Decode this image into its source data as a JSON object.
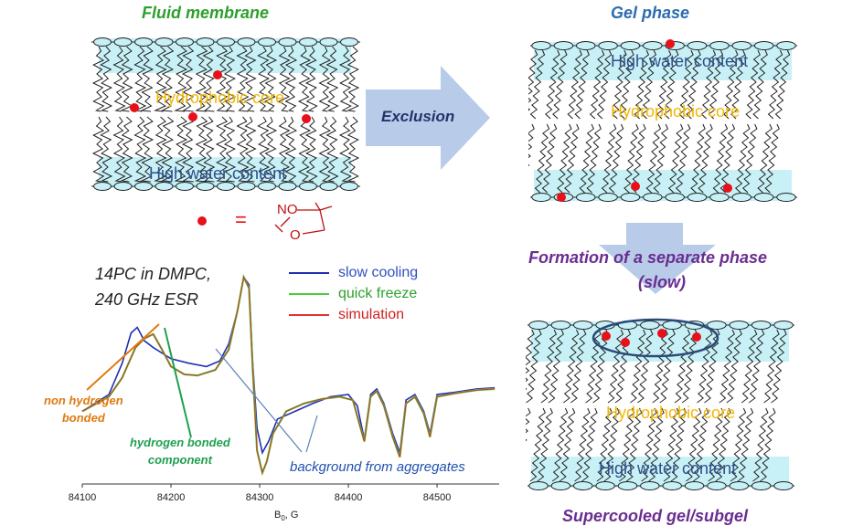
{
  "panels": {
    "fluid_title": "Fluid membrane",
    "gel_title": "Gel phase",
    "subgel_title": "Supercooled gel/subgel",
    "hydrophobic_core": "Hydrophobic core",
    "high_water": "High water content",
    "exclusion": "Exclusion",
    "separate_phase_line1": "Formation of a separate phase",
    "separate_phase_line2": "(slow)",
    "label_equals": "=",
    "label_no": "NO",
    "label_o": "O"
  },
  "chart_data": {
    "type": "line",
    "title_line1": "14PC in DMPC,",
    "title_line2": "240 GHz ESR",
    "xlabel": "B",
    "xlabel_sub": "0",
    "xlabel_unit": ", G",
    "xlim": [
      84100,
      84570
    ],
    "ylim": [
      -1.0,
      1.0
    ],
    "xticks": [
      84100,
      84200,
      84300,
      84400,
      84500
    ],
    "series": [
      {
        "name": "slow cooling",
        "color": "#2030b0",
        "x": [
          84100,
          84130,
          84145,
          84155,
          84162,
          84170,
          84180,
          84200,
          84220,
          84240,
          84255,
          84265,
          84275,
          84282,
          84288,
          84292,
          84297,
          84303,
          84310,
          84320,
          84340,
          84360,
          84380,
          84400,
          84410,
          84418,
          84425,
          84432,
          84440,
          84450,
          84458,
          84465,
          84475,
          84485,
          84492,
          84500,
          84520,
          84545,
          84565
        ],
        "y": [
          -0.35,
          -0.2,
          0.08,
          0.35,
          0.4,
          0.28,
          0.22,
          0.12,
          0.08,
          0.05,
          0.1,
          0.25,
          0.55,
          0.85,
          0.78,
          0.1,
          -0.5,
          -0.72,
          -0.62,
          -0.42,
          -0.35,
          -0.28,
          -0.22,
          -0.2,
          -0.3,
          -0.6,
          -0.2,
          -0.15,
          -0.28,
          -0.55,
          -0.72,
          -0.25,
          -0.2,
          -0.35,
          -0.55,
          -0.2,
          -0.18,
          -0.15,
          -0.14
        ]
      },
      {
        "name": "quick freeze",
        "color": "#4ccc3c",
        "x": [
          84100,
          84130,
          84145,
          84160,
          84170,
          84180,
          84190,
          84200,
          84215,
          84230,
          84250,
          84265,
          84275,
          84282,
          84288,
          84292,
          84297,
          84303,
          84308,
          84315,
          84330,
          84350,
          84370,
          84390,
          84405,
          84412,
          84418,
          84425,
          84432,
          84440,
          84450,
          84458,
          84465,
          84475,
          84485,
          84492,
          84500,
          84520,
          84545,
          84565
        ],
        "y": [
          -0.35,
          -0.22,
          -0.05,
          0.22,
          0.3,
          0.34,
          0.2,
          0.05,
          -0.02,
          -0.03,
          0.02,
          0.2,
          0.55,
          0.85,
          0.75,
          0.05,
          -0.7,
          -0.9,
          -0.8,
          -0.55,
          -0.35,
          -0.28,
          -0.24,
          -0.22,
          -0.25,
          -0.45,
          -0.62,
          -0.22,
          -0.17,
          -0.3,
          -0.58,
          -0.76,
          -0.28,
          -0.22,
          -0.37,
          -0.58,
          -0.22,
          -0.19,
          -0.16,
          -0.15
        ]
      },
      {
        "name": "simulation",
        "color": "#e03030",
        "x": [
          84100,
          84130,
          84145,
          84160,
          84170,
          84180,
          84190,
          84200,
          84215,
          84230,
          84250,
          84265,
          84275,
          84282,
          84288,
          84292,
          84297,
          84303,
          84308,
          84315,
          84330,
          84350,
          84370,
          84390,
          84405,
          84412,
          84418,
          84425,
          84432,
          84440,
          84450,
          84458,
          84465,
          84475,
          84485,
          84492,
          84500,
          84520,
          84545,
          84565
        ],
        "y": [
          -0.35,
          -0.22,
          -0.05,
          0.22,
          0.3,
          0.34,
          0.2,
          0.05,
          -0.02,
          -0.03,
          0.02,
          0.2,
          0.55,
          0.85,
          0.75,
          0.05,
          -0.7,
          -0.9,
          -0.8,
          -0.55,
          -0.35,
          -0.28,
          -0.24,
          -0.22,
          -0.25,
          -0.45,
          -0.62,
          -0.22,
          -0.17,
          -0.3,
          -0.58,
          -0.76,
          -0.28,
          -0.22,
          -0.37,
          -0.58,
          -0.22,
          -0.19,
          -0.16,
          -0.15
        ]
      }
    ],
    "annotations": {
      "non_hb_line1": "non hydrogen",
      "non_hb_line2": "bonded",
      "hb_line1": "hydrogen bonded",
      "hb_line2": "component",
      "background": "background  from aggregates"
    },
    "colors": {
      "orange": "#e07a10",
      "green": "#1fa050",
      "blue": "#2050b0"
    }
  }
}
